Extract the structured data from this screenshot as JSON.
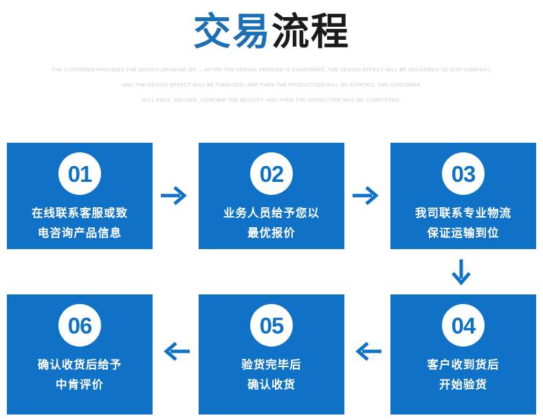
{
  "header": {
    "title_part_1": "交易",
    "title_part_2": "流程",
    "title_color_1": "#1a6fb5",
    "title_color_2": "#1b1b1b",
    "subtitle_lines": [
      "THE CUSTOMER PROVIDES THE DESIGN DRAWING OR → AFTER THE DESIGN VERSION IS CONFIRMED, THE DESIGN EFFECT WILL BE DELIVERED TO OUR COMPANY,",
      "AND THE DESIGN EFFECT WILL BE FINALIZED, AND THEN THE PRODUCTION WILL BE STARTED, THE CUSTOMER",
      "WILL PACK, DELIVER, CONFIRM THE RECEIPT, AND THEN THE INSPECTION WILL BE COMPLETED."
    ],
    "subtitle_color": "#c9c9c9"
  },
  "theme": {
    "box_color": "#1072c6",
    "circle_color": "#ffffff",
    "text_color": "#ffffff",
    "arrow_color": "#1072c6"
  },
  "steps": [
    {
      "number": "01",
      "line1": "在线联系客服或致",
      "line2": "电咨询产品信息"
    },
    {
      "number": "02",
      "line1": "业务人员给予您以",
      "line2": "最优报价"
    },
    {
      "number": "03",
      "line1": "我司联系专业物流",
      "line2": "保证运输到位"
    },
    {
      "number": "04",
      "line1": "客户收到货后",
      "line2": "开始验货"
    },
    {
      "number": "05",
      "line1": "验货完毕后",
      "line2": "确认收货"
    },
    {
      "number": "06",
      "line1": "确认收货后给予",
      "line2": "中肯评价"
    }
  ],
  "arrows": [
    {
      "name": "arrow-right-step1-step2",
      "direction": "right"
    },
    {
      "name": "arrow-right-step2-step3",
      "direction": "right"
    },
    {
      "name": "arrow-down-step3-step4",
      "direction": "down"
    },
    {
      "name": "arrow-left-step4-step5",
      "direction": "left"
    },
    {
      "name": "arrow-left-step5-step6",
      "direction": "left"
    }
  ]
}
